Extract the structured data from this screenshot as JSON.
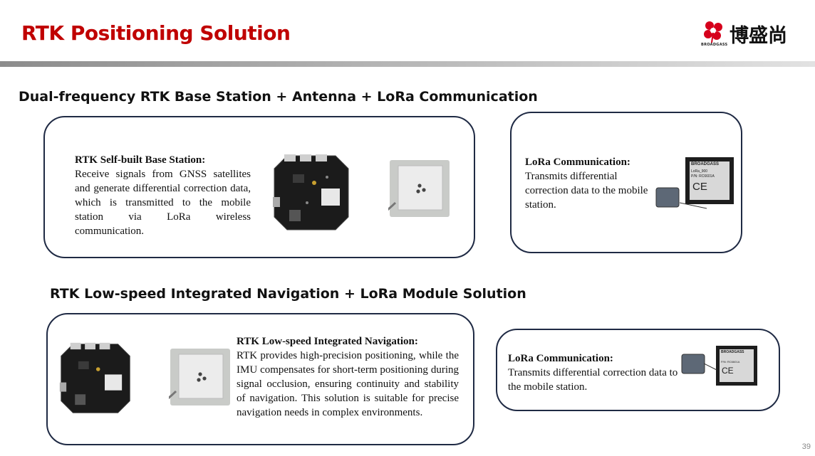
{
  "header": {
    "title": "RTK Positioning Solution",
    "logo_text": "博盛尚",
    "logo_sub": "BROADGASS",
    "brand_color": "#c00000"
  },
  "section1": {
    "heading": "Dual-frequency RTK Base Station + Antenna + LoRa Communication",
    "base": {
      "title": "RTK Self-built Base Station:",
      "body": "Receive signals from GNSS satellites and generate differential correction data, which is transmitted to the mobile station via LoRa wireless communication."
    },
    "lora": {
      "title": "LoRa Communication:",
      "body": "Transmits differential correction data to the mobile station."
    }
  },
  "section2": {
    "heading": "RTK Low-speed Integrated Navigation + LoRa Module Solution",
    "nav": {
      "title": "RTK Low-speed Integrated Navigation:",
      "body": "RTK provides high-precision positioning, while the IMU compensates for short-term positioning during signal occlusion, ensuring continuity and stability of navigation. This solution is suitable for precise navigation needs in complex environments."
    },
    "lora": {
      "title": "LoRa Communication:",
      "body": "Transmits differential correction data to the mobile station."
    }
  },
  "module_label": {
    "brand": "BROADGASS",
    "model": "LoRa_900",
    "pn": "P/N: RC6601A",
    "ce": "CE"
  },
  "page_number": "39"
}
